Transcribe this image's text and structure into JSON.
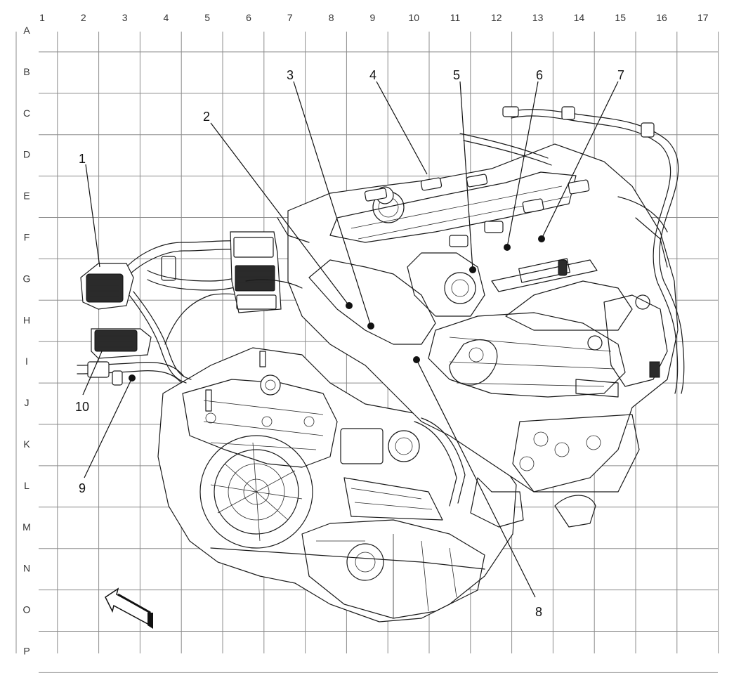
{
  "grid": {
    "columns": [
      "1",
      "2",
      "3",
      "4",
      "5",
      "6",
      "7",
      "8",
      "9",
      "10",
      "11",
      "12",
      "13",
      "14",
      "15",
      "16",
      "17"
    ],
    "rows": [
      "A",
      "B",
      "C",
      "D",
      "E",
      "F",
      "G",
      "H",
      "I",
      "J",
      "K",
      "L",
      "M",
      "N",
      "O",
      "P"
    ]
  },
  "callouts": [
    {
      "id": "1",
      "label": "1"
    },
    {
      "id": "2",
      "label": "2"
    },
    {
      "id": "3",
      "label": "3"
    },
    {
      "id": "4",
      "label": "4"
    },
    {
      "id": "5",
      "label": "5"
    },
    {
      "id": "6",
      "label": "6"
    },
    {
      "id": "7",
      "label": "7"
    },
    {
      "id": "8",
      "label": "8"
    },
    {
      "id": "9",
      "label": "9"
    },
    {
      "id": "10",
      "label": "10"
    }
  ],
  "colors": {
    "line": "#1a1a1a",
    "grid": "#8c8c8c",
    "background": "#ffffff"
  },
  "icons": [
    "direction-arrow-icon"
  ]
}
